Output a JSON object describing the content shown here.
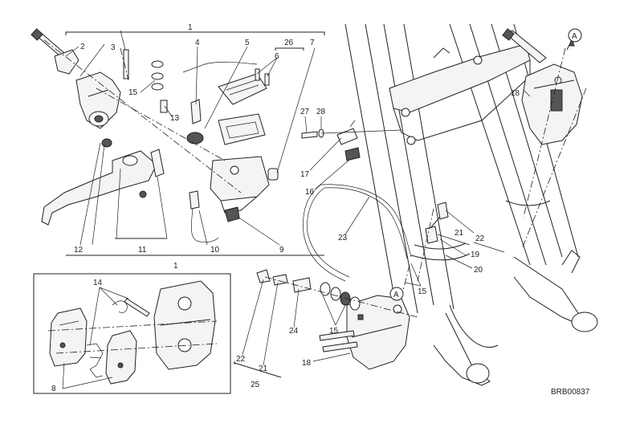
{
  "diagram_code": "BRB00837",
  "callouts": {
    "c1_top": "1",
    "c1_bottom": "1",
    "c2": "2",
    "c3": "3",
    "c4": "4",
    "c5": "5",
    "c6": "6",
    "c7": "7",
    "c26": "26",
    "c8": "8",
    "c9": "9",
    "c10": "10",
    "c11": "11",
    "c12": "12",
    "c13": "13",
    "c14": "14",
    "c15_a": "15",
    "c15_b": "15",
    "c15_c": "15",
    "c16": "16",
    "c17": "17",
    "c18_a": "18",
    "c18_b": "18",
    "c19": "19",
    "c20": "20",
    "c21_a": "21",
    "c21_b": "21",
    "c22_a": "22",
    "c22_b": "22",
    "c23": "23",
    "c24": "24",
    "c25": "25",
    "c27": "27",
    "c28": "28",
    "ref_a1": "A",
    "ref_a2": "A"
  }
}
